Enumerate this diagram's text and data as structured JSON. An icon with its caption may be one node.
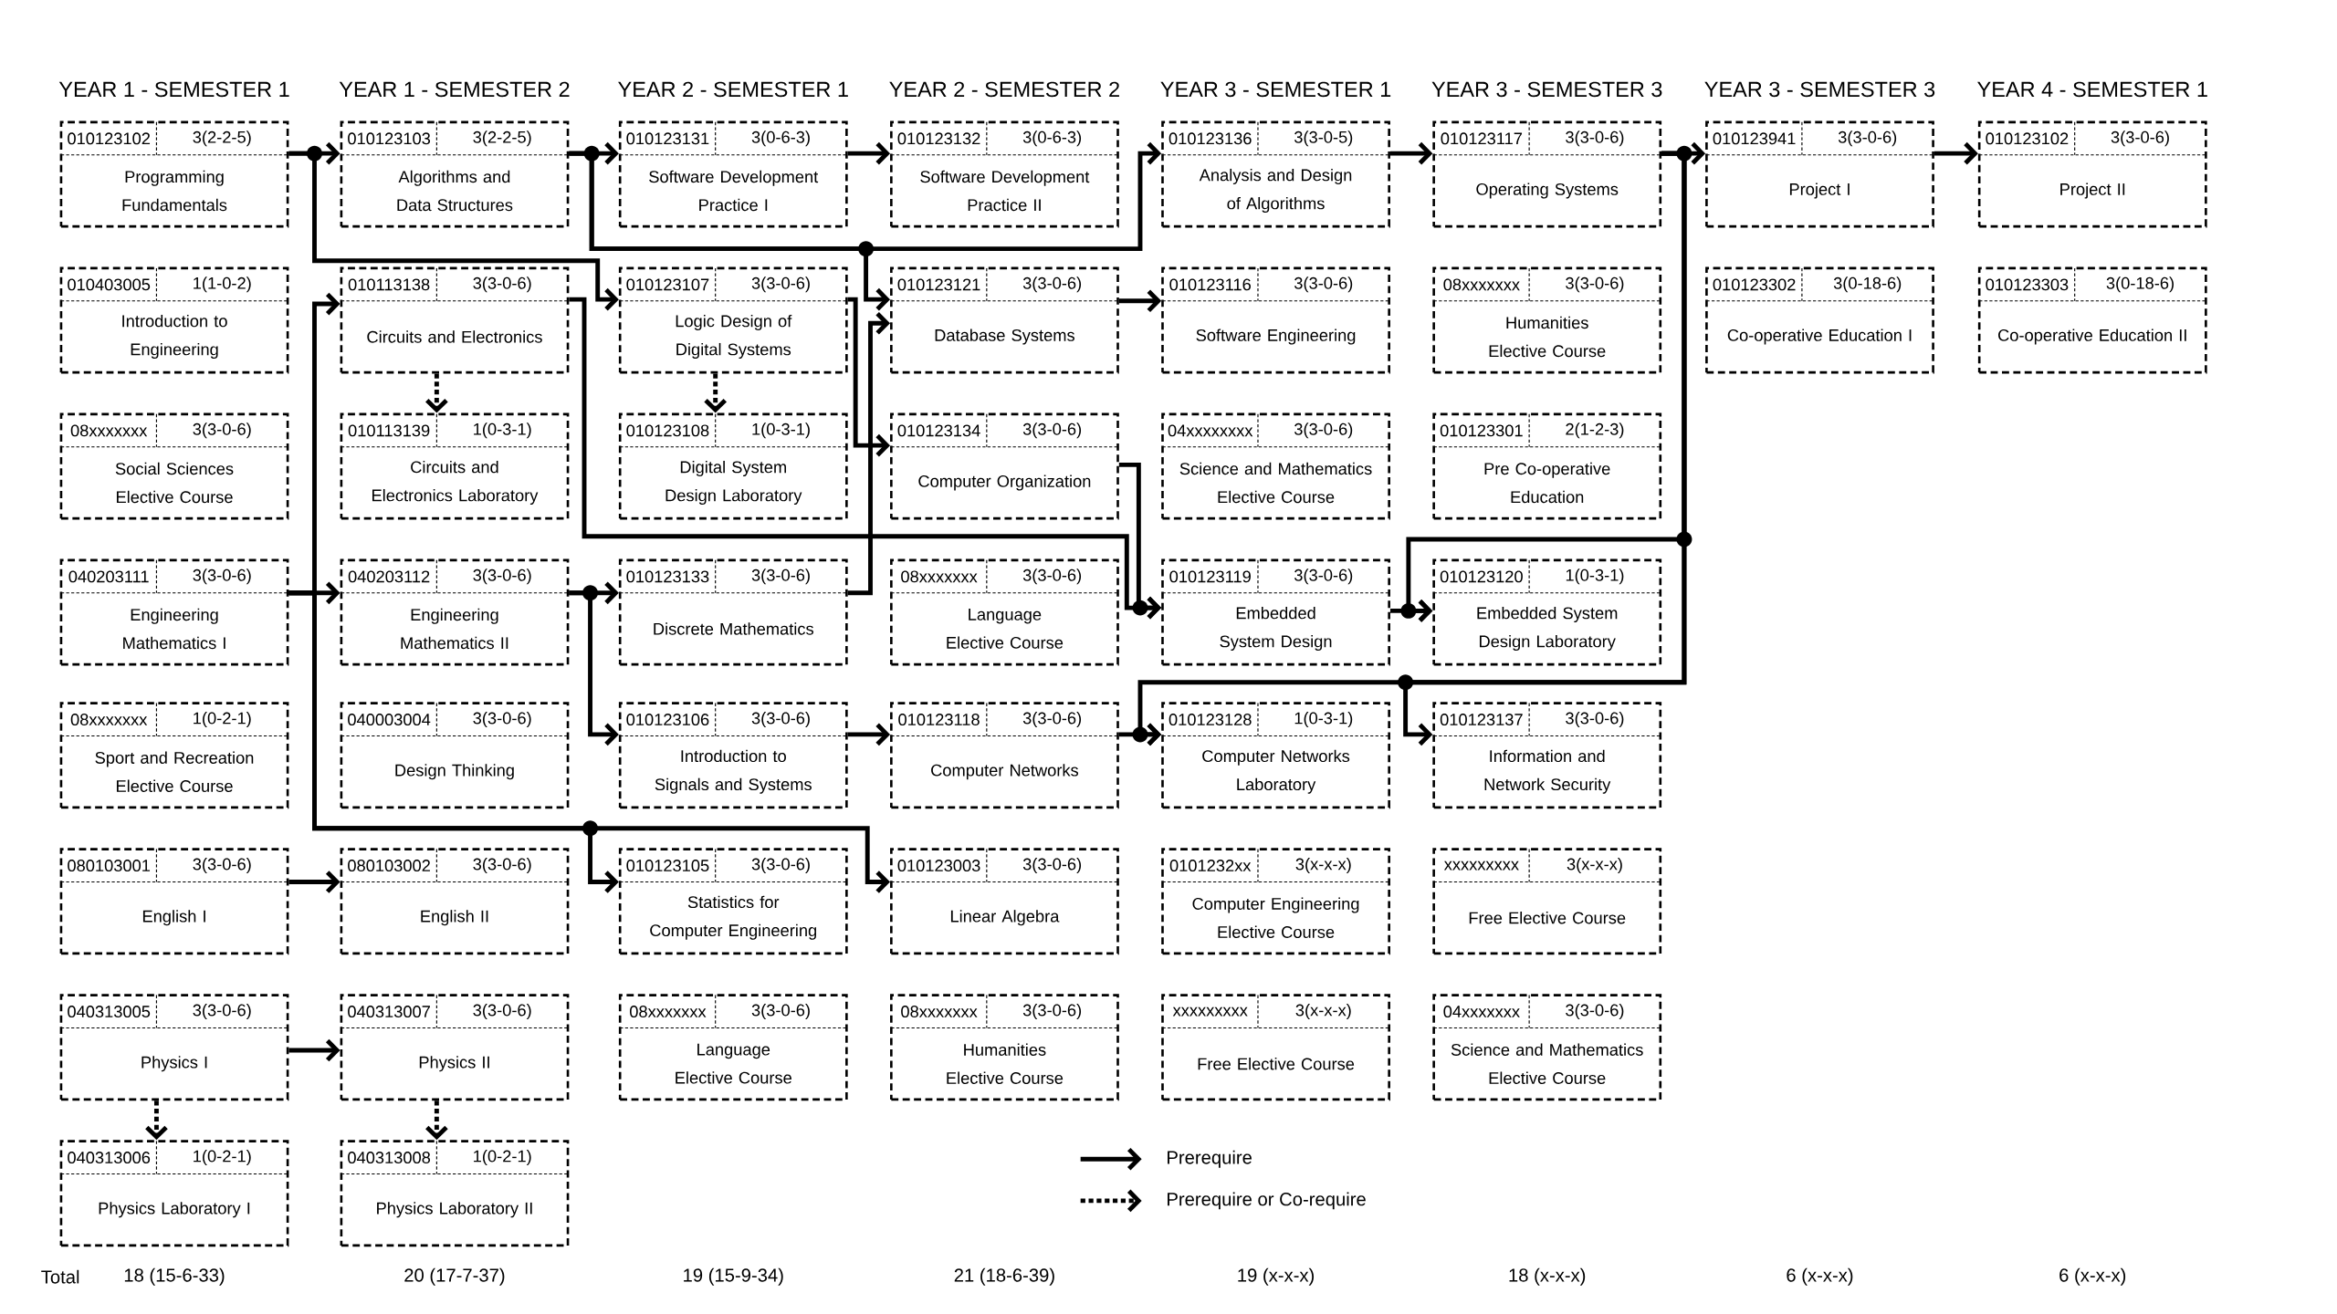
{
  "diagram": {
    "nodes": [
      {
        "text": [
          "010123102",
          "3(2-2-5)",
          "Programming Fundamentals"
        ]
      },
      {
        "text": [
          "010403005",
          "1(1-0-2)",
          "Introduction to Engineering"
        ]
      },
      {
        "text": [
          "08xxxxxxx",
          "3(3-0-6)",
          "Social Sciences Elective Course"
        ]
      },
      {
        "text": [
          "040203111",
          "3(3-0-6)",
          "Engineering Mathematics I"
        ]
      },
      {
        "text": [
          "08xxxxxxx",
          "1(0-2-1)",
          "Sport and Recreation Elective Course"
        ]
      },
      {
        "text": [
          "080103001",
          "3(3-0-6)",
          "English I"
        ]
      },
      {
        "text": [
          "040313005",
          "3(3-0-6)",
          "Physics I"
        ]
      },
      {
        "text": [
          "040313006",
          "1(0-2-1)",
          "Physics Laboratory I"
        ]
      },
      {
        "text": [
          "010123103",
          "3(2-2-5)",
          "Algorithms and Data Structures"
        ]
      },
      {
        "text": [
          "010113138",
          "3(3-0-6)",
          "Circuits and Electronics"
        ]
      },
      {
        "text": [
          "010113139",
          "1(0-3-1)",
          "Circuits and Electronics Laboratory"
        ]
      },
      {
        "text": [
          "040203112",
          "3(3-0-6)",
          "Engineering Mathematics II"
        ]
      },
      {
        "text": [
          "040003004",
          "3(3-0-6)",
          "Design Thinking"
        ]
      },
      {
        "text": [
          "080103002",
          "3(3-0-6)",
          "English II"
        ]
      },
      {
        "text": [
          "040313007",
          "3(3-0-6)",
          "Physics II"
        ]
      },
      {
        "text": [
          "040313008",
          "1(0-2-1)",
          "Physics Laboratory II"
        ]
      },
      {
        "text": [
          "010123131",
          "3(0-6-3)",
          "Software Development Practice I"
        ]
      },
      {
        "text": [
          "010123107",
          "3(3-0-6)",
          "Logic Design of Digital Systems"
        ]
      },
      {
        "text": [
          "010123108",
          "1(0-3-1)",
          "Digital System Design Laboratory"
        ]
      },
      {
        "text": [
          "010123133",
          "3(3-0-6)",
          "Discrete Mathematics"
        ]
      },
      {
        "text": [
          "010123106",
          "3(3-0-6)",
          "Introduction to Signals and Systems"
        ]
      },
      {
        "text": [
          "010123105",
          "3(3-0-6)",
          "Statistics for Computer Engineering"
        ]
      },
      {
        "text": [
          "08xxxxxxx",
          "3(3-0-6)",
          "Language Elective Course"
        ]
      },
      {
        "text": [
          "010123132",
          "3(0-6-3)",
          "Software Development Practice II"
        ]
      },
      {
        "text": [
          "010123121",
          "3(3-0-6)",
          "Database Systems"
        ]
      },
      {
        "text": [
          "010123134",
          "3(3-0-6)",
          "Computer Organization"
        ]
      },
      {
        "text": [
          "08xxxxxxx",
          "3(3-0-6)",
          "Language Elective Course"
        ]
      },
      {
        "text": [
          "010123118",
          "3(3-0-6)",
          "Computer Networks"
        ]
      },
      {
        "text": [
          "010123003",
          "3(3-0-6)",
          "Linear Algebra"
        ]
      },
      {
        "text": [
          "08xxxxxxx",
          "3(3-0-6)",
          "Humanities Elective Course"
        ]
      },
      {
        "text": [
          "010123136",
          "3(3-0-5)",
          "Analysis and Design of Algorithms"
        ]
      },
      {
        "text": [
          "010123116",
          "3(3-0-6)",
          "Software Engineering"
        ]
      },
      {
        "text": [
          "04xxxxxxxx",
          "3(3-0-6)",
          "Science and Mathematics Elective Course"
        ]
      },
      {
        "text": [
          "010123119",
          "3(3-0-6)",
          "Embedded System Design"
        ]
      },
      {
        "text": [
          "010123128",
          "1(0-3-1)",
          "Computer Networks Laboratory"
        ]
      },
      {
        "text": [
          "0101232xx",
          "3(x-x-x)",
          "Computer Engineering Elective Course"
        ]
      },
      {
        "text": [
          "xxxxxxxxx",
          "3(x-x-x)",
          "Free Elective Course"
        ]
      },
      {
        "text": [
          "010123117",
          "3(3-0-6)",
          "Operating Systems"
        ]
      },
      {
        "text": [
          "08xxxxxxx",
          "3(3-0-6)",
          "Humanities Elective Course"
        ]
      },
      {
        "text": [
          "010123301",
          "2(1-2-3)",
          "Pre Co-operative Education"
        ]
      },
      {
        "text": [
          "010123120",
          "1(0-3-1)",
          "Embedded System Design Laboratory"
        ]
      },
      {
        "text": [
          "010123137",
          "3(3-0-6)",
          "Information and Network Security"
        ]
      },
      {
        "text": [
          "xxxxxxxxx",
          "3(x-x-x)",
          "Free Elective Course"
        ]
      },
      {
        "text": [
          "04xxxxxxx",
          "3(3-0-6)",
          "Science and Mathematics Elective Course"
        ]
      },
      {
        "text": [
          "010123941",
          "3(3-0-6)",
          "Project I"
        ]
      },
      {
        "text": [
          "010123302",
          "3(0-18-6)",
          "Co-operative Education I"
        ]
      },
      {
        "text": [
          "010123102",
          "3(3-0-6)",
          "Project II"
        ]
      },
      {
        "text": [
          "010123303",
          "3(0-18-6)",
          "Co-operative Education II"
        ]
      }
    ],
    "edges": [
      {
        "from": 0,
        "to": 8,
        "arrow": "to"
      },
      {
        "from": 0,
        "to": 17,
        "arrow": "to"
      },
      {
        "from": 8,
        "to": 16,
        "arrow": "to"
      },
      {
        "from": 8,
        "to": 30,
        "arrow": "to"
      },
      {
        "from": 8,
        "to": 24,
        "arrow": "to"
      },
      {
        "from": 9,
        "to": 10,
        "arrow": "to",
        "style": "dashed"
      },
      {
        "from": 9,
        "to": 33,
        "arrow": "to"
      },
      {
        "from": 17,
        "to": 18,
        "arrow": "to",
        "style": "dashed"
      },
      {
        "from": 17,
        "to": 25,
        "arrow": "to"
      },
      {
        "from": 3,
        "to": 11,
        "arrow": "to"
      },
      {
        "from": 3,
        "to": 9,
        "arrow": "to"
      },
      {
        "from": 3,
        "to": 21,
        "arrow": "to"
      },
      {
        "from": 3,
        "to": 28,
        "arrow": "to"
      },
      {
        "from": 11,
        "to": 19,
        "arrow": "to"
      },
      {
        "from": 11,
        "to": 20,
        "arrow": "to"
      },
      {
        "from": 19,
        "to": 24,
        "arrow": "to"
      },
      {
        "from": 20,
        "to": 27,
        "arrow": "to"
      },
      {
        "from": 5,
        "to": 13,
        "arrow": "to"
      },
      {
        "from": 6,
        "to": 14,
        "arrow": "to"
      },
      {
        "from": 6,
        "to": 7,
        "arrow": "to",
        "style": "dashed"
      },
      {
        "from": 14,
        "to": 15,
        "arrow": "to",
        "style": "dashed"
      },
      {
        "from": 16,
        "to": 23,
        "arrow": "to"
      },
      {
        "from": 24,
        "to": 31,
        "arrow": "to"
      },
      {
        "from": 25,
        "to": 33,
        "arrow": "to"
      },
      {
        "from": 30,
        "to": 37,
        "arrow": "to"
      },
      {
        "from": 37,
        "to": 44,
        "arrow": "to"
      },
      {
        "from": 37,
        "to": 40,
        "arrow": "to"
      },
      {
        "from": 33,
        "to": 40,
        "arrow": "to"
      },
      {
        "from": 27,
        "to": 34,
        "arrow": "to"
      },
      {
        "from": 37,
        "to": 34,
        "arrow": "to"
      },
      {
        "from": 37,
        "to": 41,
        "arrow": "to"
      },
      {
        "from": 44,
        "to": 46,
        "arrow": "to"
      }
    ],
    "labels": [
      "YEAR 1 - SEMESTER 1",
      "YEAR 1 - SEMESTER 2",
      "YEAR 2 - SEMESTER 1",
      "YEAR 2 - SEMESTER 2",
      "YEAR 3 - SEMESTER 1",
      "YEAR 3 - SEMESTER 3",
      "YEAR 3 - SEMESTER 3",
      "YEAR 4 - SEMESTER 1",
      "Total",
      "18 (15-6-33)",
      "20 (17-7-37)",
      "19 (15-9-34)",
      "21 (18-6-39)",
      "19 (x-x-x)",
      "18 (x-x-x)",
      "6 (x-x-x)",
      "6 (x-x-x)"
    ],
    "legend": [
      {
        "text": "Prerequire"
      },
      {
        "text": "Prerequire or Co-require"
      }
    ]
  }
}
